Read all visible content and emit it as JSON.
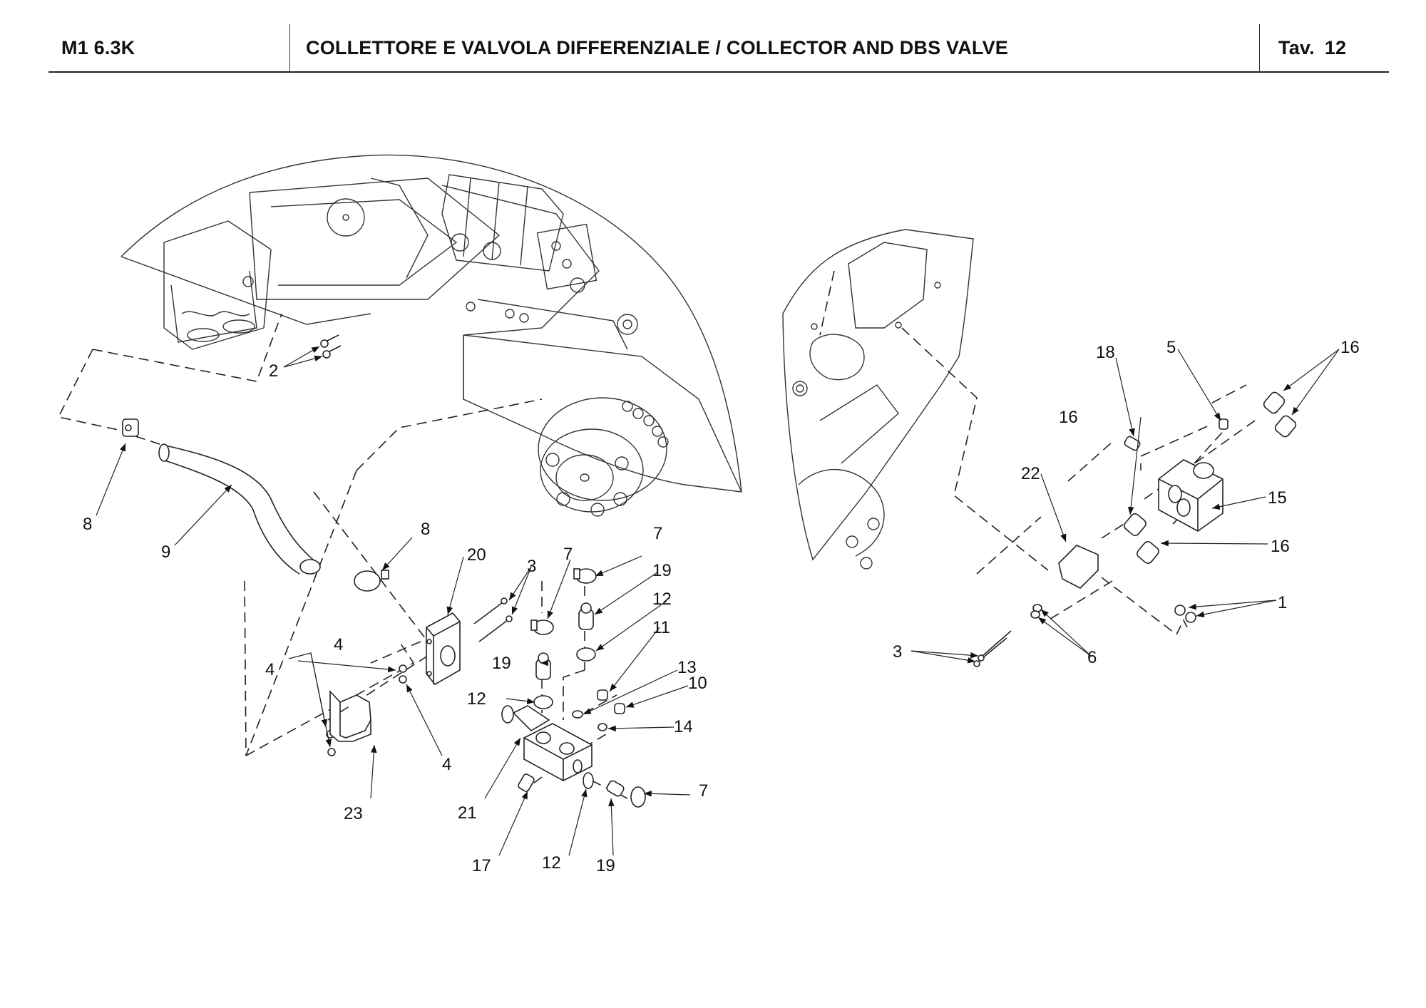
{
  "header": {
    "model": "M1 6.3K",
    "title": "COLLETTORE E VALVOLA DIFFERENZIALE / COLLECTOR AND DBS VALVE",
    "table_prefix": "Tav.",
    "table_number": "12"
  },
  "views": {
    "left": "Left exploded view: hose, collector block and fittings under the machine frame",
    "right": "Right exploded view: DBS valve with fittings and bracket"
  },
  "callouts": [
    {
      "id": "c2",
      "label": "2"
    },
    {
      "id": "c8a",
      "label": "8"
    },
    {
      "id": "c9",
      "label": "9"
    },
    {
      "id": "c8b",
      "label": "8"
    },
    {
      "id": "c20",
      "label": "20"
    },
    {
      "id": "c3a",
      "label": "3"
    },
    {
      "id": "c7a",
      "label": "7"
    },
    {
      "id": "c7b",
      "label": "7"
    },
    {
      "id": "c19a",
      "label": "19"
    },
    {
      "id": "c12a",
      "label": "12"
    },
    {
      "id": "c11",
      "label": "11"
    },
    {
      "id": "c19b",
      "label": "19"
    },
    {
      "id": "c12b",
      "label": "12"
    },
    {
      "id": "c13",
      "label": "13"
    },
    {
      "id": "c10",
      "label": "10"
    },
    {
      "id": "c14",
      "label": "14"
    },
    {
      "id": "c4a",
      "label": "4"
    },
    {
      "id": "c4b",
      "label": "4"
    },
    {
      "id": "c4c",
      "label": "4"
    },
    {
      "id": "c23",
      "label": "23"
    },
    {
      "id": "c21",
      "label": "21"
    },
    {
      "id": "c17",
      "label": "17"
    },
    {
      "id": "c12c",
      "label": "12"
    },
    {
      "id": "c19c",
      "label": "19"
    },
    {
      "id": "c7c",
      "label": "7"
    },
    {
      "id": "c18",
      "label": "18"
    },
    {
      "id": "c5",
      "label": "5"
    },
    {
      "id": "c16a",
      "label": "16"
    },
    {
      "id": "c16b",
      "label": "16"
    },
    {
      "id": "c22",
      "label": "22"
    },
    {
      "id": "c15",
      "label": "15"
    },
    {
      "id": "c16c",
      "label": "16"
    },
    {
      "id": "c1",
      "label": "1"
    },
    {
      "id": "c3b",
      "label": "3"
    },
    {
      "id": "c6",
      "label": "6"
    }
  ]
}
